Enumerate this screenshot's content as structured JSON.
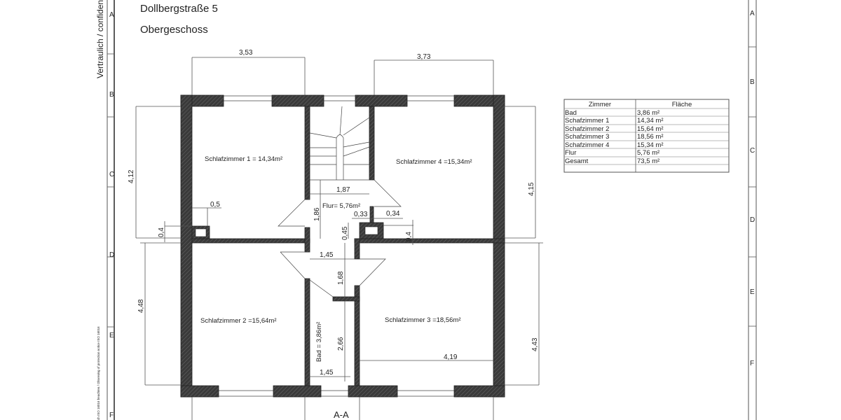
{
  "header": {
    "address": "Dollbergstraße 5",
    "floor": "Obergeschoss"
  },
  "sidebar": {
    "confidential": "Vertraulich / confidential",
    "protection_note": "ch ISO 16016 beachten / Observing of protection notice ISO 16016"
  },
  "frame_letters": [
    "A",
    "B",
    "C",
    "D",
    "E",
    "F"
  ],
  "rooms": {
    "sz1": "Schlafzimmer 1 = 14,34m²",
    "sz4": "Schlafzimmer 4 =15,34m²",
    "flur": "Flur= 5,76m²",
    "sz2": "Schlafzimmer 2 =15,64m²",
    "sz3": "Schlafzimmer 3 =18,56m²",
    "bad": "Bad = 3,86m²"
  },
  "dimensions": {
    "top_left_width": "3,53",
    "top_right_width": "3,73",
    "sz1_height": "4,12",
    "sz4_height": "4,15",
    "sz2_height": "4,48",
    "sz3_height": "4,43",
    "stair_width": "1,87",
    "flur_height": "1,86",
    "chimney_left_width": "0,5",
    "chimney_left_height": "0,4",
    "chimney_gap_1": "0,33",
    "chimney_gap_2": "0,34",
    "chimney_height_1": "0,45",
    "chimney_height_2": "0,4",
    "hall_width": "1,45",
    "hall_depth": "1,68",
    "bad_height": "2,66",
    "bad_width": "1,45",
    "sz3_width": "4,19"
  },
  "section_label": "A-A",
  "table": {
    "headers": [
      "Zimmer",
      "Fläche"
    ],
    "rows": [
      [
        "Bad",
        "3,86 m²"
      ],
      [
        "Schafzimmer 1",
        "14,34 m²"
      ],
      [
        "Schafzimmer 2",
        "15,64 m²"
      ],
      [
        "Schafzimmer 3",
        "18,56 m²"
      ],
      [
        "Schafzimmer 4",
        "15,34 m²"
      ],
      [
        "Flur",
        "5,76 m²"
      ],
      [
        "Gesamt",
        "73,5 m²"
      ]
    ]
  },
  "colors": {
    "wall": "#3a3a3a",
    "line": "#555555"
  }
}
